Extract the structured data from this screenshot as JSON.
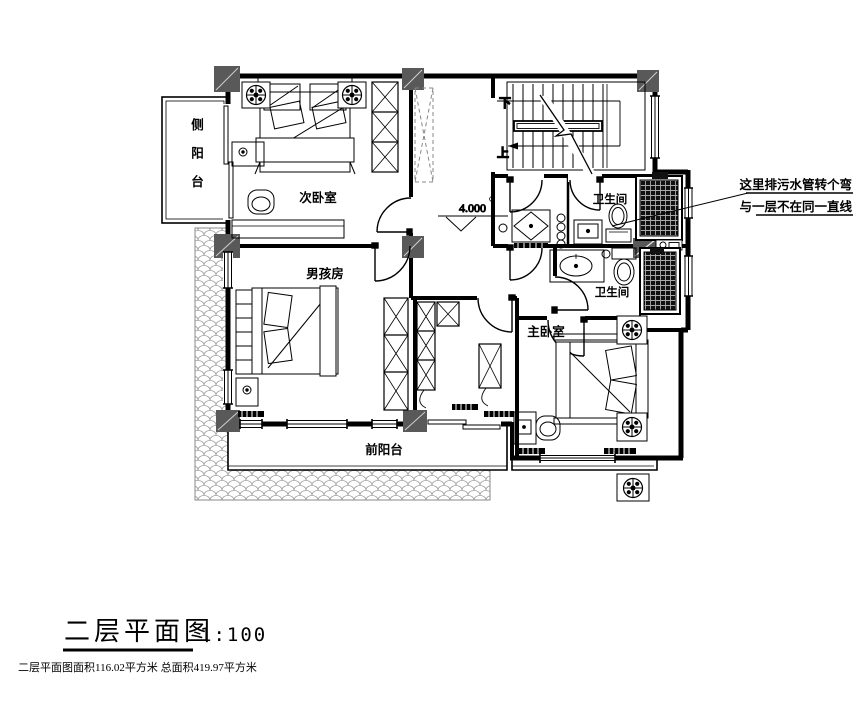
{
  "colors": {
    "wall": "#000000",
    "column": "#595959",
    "shower_fill": "#111111",
    "tile_stroke": "#999999",
    "background": "#ffffff"
  },
  "plan": {
    "rooms": {
      "side_balcony": "侧阳台",
      "secondary_bedroom": "次卧室",
      "boys_room": "男孩房",
      "master_bedroom": "主卧室",
      "bathroom_upper": "卫生间",
      "bathroom_lower": "卫生间",
      "front_balcony": "前阳台"
    },
    "stairs": {
      "down_label": "下",
      "up_label": "上"
    },
    "elevation_label": "4.000",
    "annotation": {
      "line1": "这里排污水管转个弯",
      "line2": "与一层不在同一直线"
    }
  },
  "title_block": {
    "title": "二层平面图",
    "scale": "1:100",
    "area_note": "二层平面图面积116.02平方米 总面积419.97平方米"
  }
}
